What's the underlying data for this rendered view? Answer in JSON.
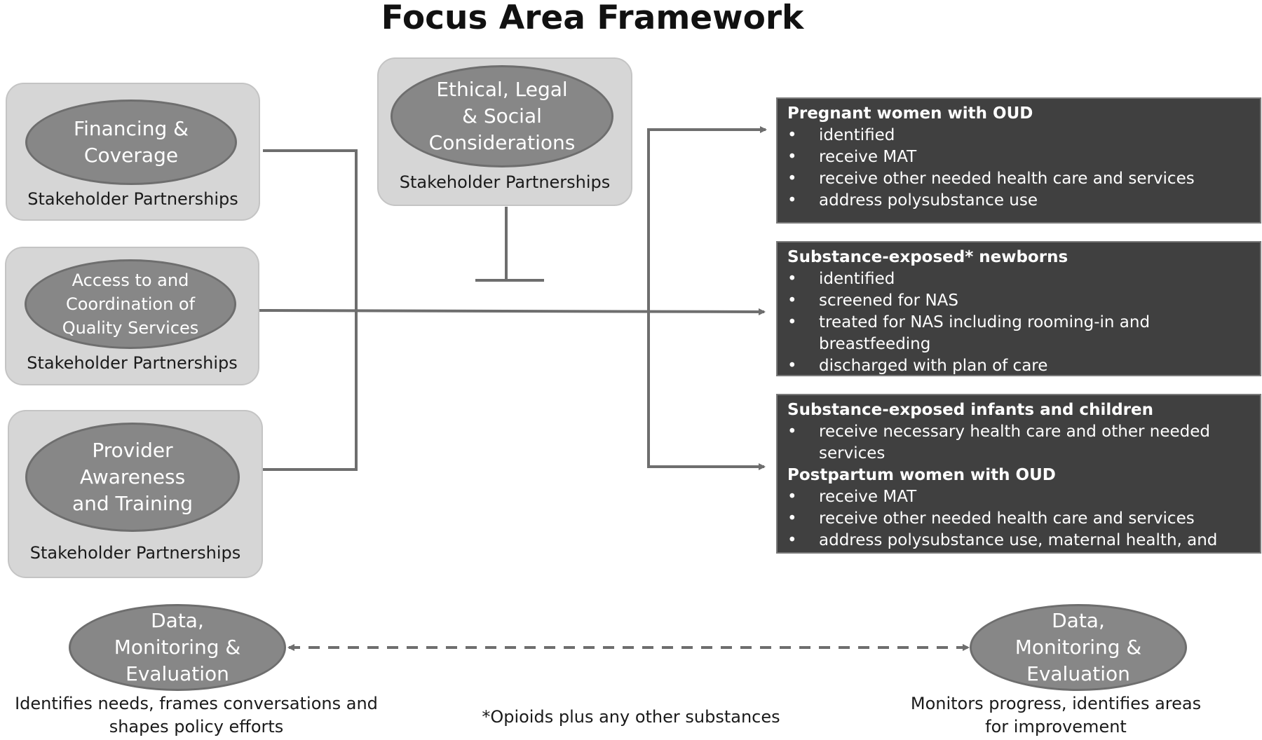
{
  "title": "Focus Area Framework",
  "areas": {
    "financing": {
      "label": "Financing &\nCoverage",
      "partners": "Stakeholder Partnerships"
    },
    "access": {
      "label": "Access to and\nCoordination of\nQuality Services",
      "partners": "Stakeholder Partnerships"
    },
    "provider": {
      "label": "Provider\nAwareness\nand Training",
      "partners": "Stakeholder Partnerships"
    },
    "ethical": {
      "label": "Ethical, Legal\n& Social\nConsiderations",
      "partners": "Stakeholder Partnerships"
    }
  },
  "outcomes": {
    "pregnant": {
      "heading": "Pregnant women with OUD",
      "items": [
        "identified",
        "receive MAT",
        "receive other needed health care and services",
        "address polysubstance use"
      ]
    },
    "newborns": {
      "heading": "Substance-exposed* newborns",
      "items": [
        "identified",
        "screened for NAS",
        "treated for NAS including rooming-in and breastfeeding",
        "discharged with plan of care"
      ]
    },
    "infants": {
      "heading": "Substance-exposed infants and children",
      "items": [
        "receive necessary health care and other needed services"
      ]
    },
    "postpartum": {
      "heading": "Postpartum women with OUD",
      "items": [
        "receive MAT",
        "receive other needed health care and services",
        "address polysubstance use, maternal health, and infections"
      ]
    }
  },
  "data_left": {
    "label": "Data,\nMonitoring &\nEvaluation",
    "caption": "Identifies needs, frames conversations and shapes policy efforts"
  },
  "data_right": {
    "label": "Data,\nMonitoring &\nEvaluation",
    "caption": "Monitors progress, identifies areas for improvement"
  },
  "footnote": "*Opioids plus any other substances",
  "colors": {
    "oval_fill": "#878787",
    "box_fill": "#d6d6d6",
    "outcome_fill": "#404040",
    "connector": "#6e6e6e"
  }
}
